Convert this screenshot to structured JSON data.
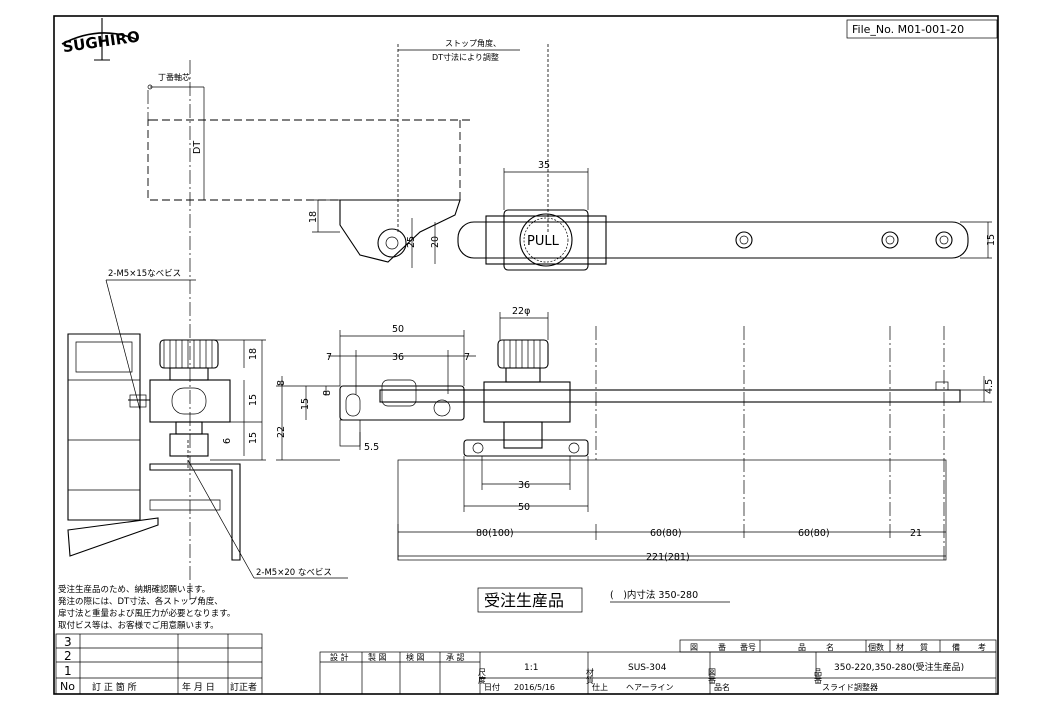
{
  "brand": {
    "logo_text": "SUGHIRO"
  },
  "file_no": "File_No. M01-001-20",
  "top_view": {
    "stop_note_line1": "ストップ角度、",
    "stop_note_line2": "DT寸法により調整",
    "hinge_axis_label": "丁番軸芯",
    "dt_label": "DT",
    "pull_label": "PULL",
    "dims": {
      "d35": "35",
      "d18": "18",
      "d25": "25",
      "d20": "20",
      "d15": "15"
    }
  },
  "side_view": {
    "screw_top": "2-M5×15なべビス",
    "screw_bottom": "2-M5×20 なべビス",
    "dims": {
      "d18": "18",
      "d15a": "15",
      "d15b": "15",
      "d6": "6",
      "d8a": "8",
      "d22": "22",
      "d8b": "8",
      "d15c": "15",
      "d50": "50",
      "d7a": "7",
      "d36": "36",
      "d7b": "7",
      "d5_5": "5.5",
      "d22phi": "22φ",
      "d36b": "36",
      "d50b": "50",
      "d4_5": "4.5"
    }
  },
  "bottom_dims": {
    "d80": "80(100)",
    "d60a": "60(80)",
    "d60b": "60(80)",
    "d21": "21",
    "total": "221(281)"
  },
  "notes": [
    "受注生産品のため、納期確認願います。",
    "発注の際には、DT寸法、各ストップ角度、",
    "扉寸法と重量および風圧力が必要となります。",
    "取付ビス等は、お客様でご用意願います。"
  ],
  "made_to_order": "受注生産品",
  "inner_dim_note": "(　)内寸法 350-280",
  "revision_table": {
    "rows": [
      "3",
      "2",
      "1"
    ],
    "headers": [
      "No",
      "訂 正 箇 所",
      "年 月 日",
      "訂正者"
    ]
  },
  "title_block": {
    "approvals": [
      "設 計",
      "製 図",
      "検 図",
      "承 認"
    ],
    "scale_label": "尺度",
    "scale": "1:1",
    "material_label": "材質",
    "material": "SUS-304",
    "drawing_no_label": "図番",
    "part_no_label": "品番",
    "part_no": "350-220,350-280(受注生産品)",
    "date_label": "日付",
    "date": "2016/5/16",
    "finish_label": "仕上",
    "finish": "ヘアーライン",
    "name_label": "品名",
    "name": "スライド調整器",
    "parts_header": [
      "図",
      "番",
      "番号",
      "品",
      "名",
      "個数",
      "材",
      "質",
      "備",
      "考"
    ]
  }
}
